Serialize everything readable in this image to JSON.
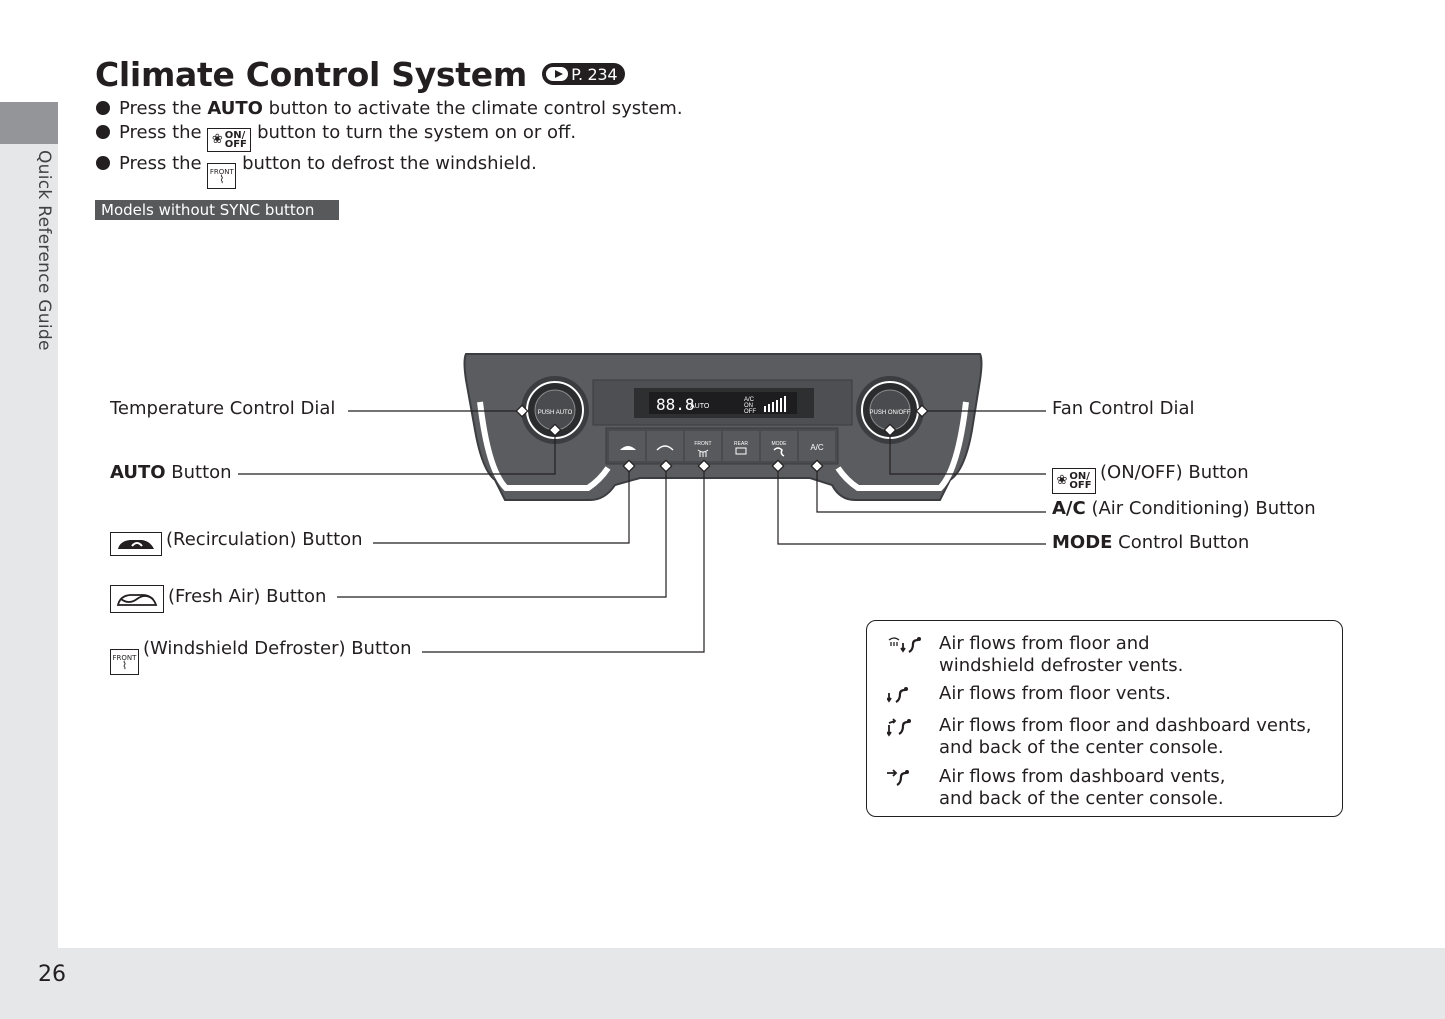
{
  "page": {
    "section_label": "Quick Reference Guide",
    "page_number": "26"
  },
  "header": {
    "title": "Climate Control System",
    "page_ref": "P. 234"
  },
  "instructions": [
    {
      "pre": "Press the ",
      "bold": "AUTO",
      "post": " button to activate the climate control system."
    },
    {
      "pre": "Press the ",
      "icon": "on-off-fan-icon",
      "icon_text": "ON/\nOFF",
      "post": " button to turn the system on or off."
    },
    {
      "pre": "Press the ",
      "icon": "front-defrost-icon",
      "icon_text": "FRONT",
      "post": " button to defrost the windshield."
    }
  ],
  "model_label": "Models without SYNC button",
  "panel": {
    "display_text": "88.8",
    "display_auto": "AUTO",
    "display_ac": "A/C",
    "display_on": "ON",
    "display_off": "OFF",
    "left_dial_text": "PUSH AUTO",
    "right_dial_text": "PUSH ON/OFF",
    "button_front": "FRONT",
    "button_rear": "REAR",
    "button_mode": "MODE",
    "button_ac": "A/C"
  },
  "callouts_left": {
    "temp_dial": "Temperature Control Dial",
    "auto_bold": "AUTO",
    "auto_rest": " Button",
    "recirc": "(Recirculation) Button",
    "fresh": "(Fresh Air) Button",
    "defrost": "(Windshield Defroster) Button",
    "defrost_icon_text": "FRONT"
  },
  "callouts_right": {
    "fan_dial": "Fan Control Dial",
    "onoff": "(ON/OFF) Button",
    "onoff_icon_text": "ON/\nOFF",
    "ac_bold": "A/C",
    "ac_rest": " (Air Conditioning) Button",
    "mode_bold": "MODE",
    "mode_rest": " Control Button"
  },
  "legend": [
    {
      "icon": "floor-defrost-airflow-icon",
      "line1": "Air flows from floor and",
      "line2": "windshield defroster vents."
    },
    {
      "icon": "floor-airflow-icon",
      "line1": "Air flows from floor vents.",
      "line2": ""
    },
    {
      "icon": "floor-dashboard-airflow-icon",
      "line1": "Air flows from floor and dashboard vents,",
      "line2": "and back of the center console."
    },
    {
      "icon": "dashboard-airflow-icon",
      "line1": "Air flows from dashboard vents,",
      "line2": "and back of the center console."
    }
  ],
  "colors": {
    "panel": "#5b5c5f",
    "panel_dark": "#3c3d40",
    "side_strip": "#e6e7e8",
    "side_tab": "#939598",
    "label_bg": "#58595b"
  }
}
